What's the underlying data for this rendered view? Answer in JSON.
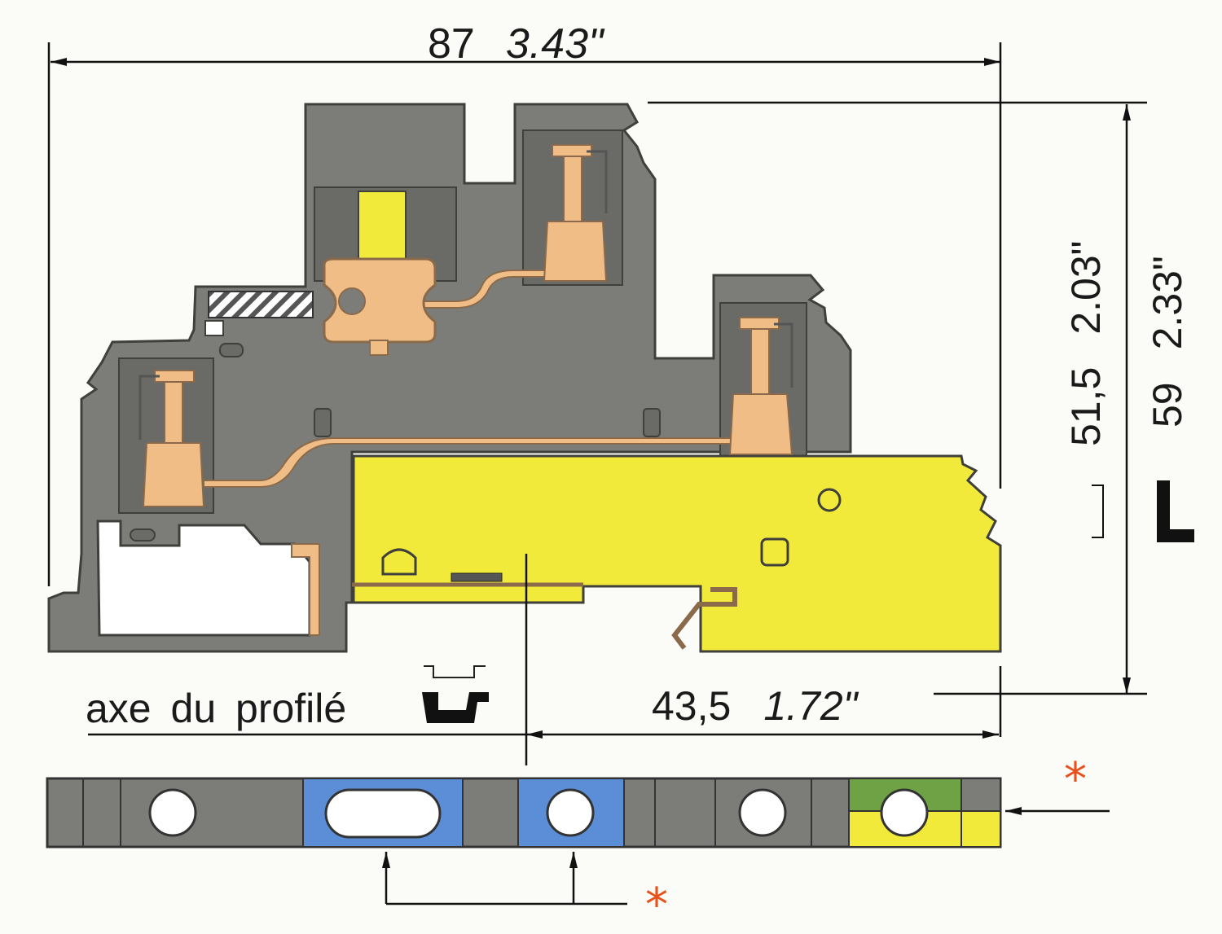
{
  "dimensions": {
    "overall_width_mm": "87",
    "overall_width_in": "3.43\"",
    "rail_offset_mm": "43,5",
    "rail_offset_in": "1.72\"",
    "height_small_mm": "51,5",
    "height_small_in": "2.03\"",
    "height_large_mm": "59",
    "height_large_in": "2.33\""
  },
  "labels": {
    "axis": "axe du profilé"
  },
  "markers": {
    "star": "*"
  },
  "colors": {
    "housing": "#7c7c78",
    "housing_dark": "#5c5c58",
    "earth_foot": "#f2ea3a",
    "copper": "#f0bd86",
    "copper_outline": "#8a6a4a",
    "blue_zone": "#5b8ed6",
    "green_zone": "#6fa245",
    "marker": "#e8501c"
  },
  "icons": {
    "din_rail_profile": "din-rail-icon",
    "arrow": "arrow-icon"
  }
}
